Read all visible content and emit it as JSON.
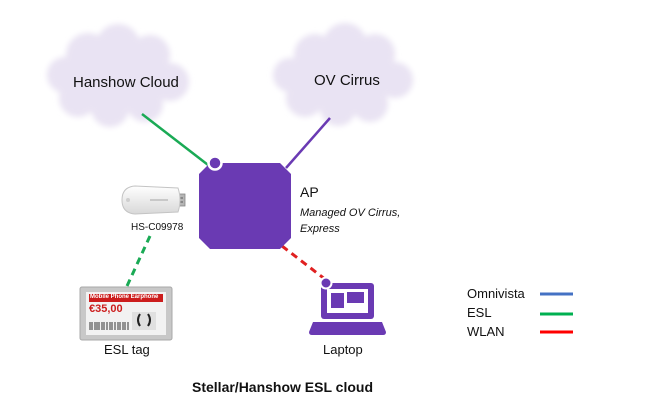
{
  "clouds": {
    "hanshow": "Hanshow Cloud",
    "ov": "OV Cirrus"
  },
  "ap": {
    "title": "AP",
    "subtitle_line1": "Managed OV Cirrus,",
    "subtitle_line2": "Express"
  },
  "dongle": {
    "label": "HS-C09978"
  },
  "esl_tag": {
    "label": "ESL tag",
    "product": "Mobile Phone Earphone",
    "price": "€35,00"
  },
  "laptop": {
    "label": "Laptop"
  },
  "legend": {
    "items": [
      {
        "label": "Omnivista",
        "color": "#4472c4"
      },
      {
        "label": "ESL",
        "color": "#00b050"
      },
      {
        "label": "WLAN",
        "color": "#ff0000"
      }
    ]
  },
  "title": "Stellar/Hanshow ESL cloud",
  "colors": {
    "cloud_fill": "#e9e3f3",
    "device_purple": "#6a3ab3",
    "esl_link": "#1aaa55",
    "ov_link": "#6a3ab3",
    "wlan_link": "#e02020"
  }
}
